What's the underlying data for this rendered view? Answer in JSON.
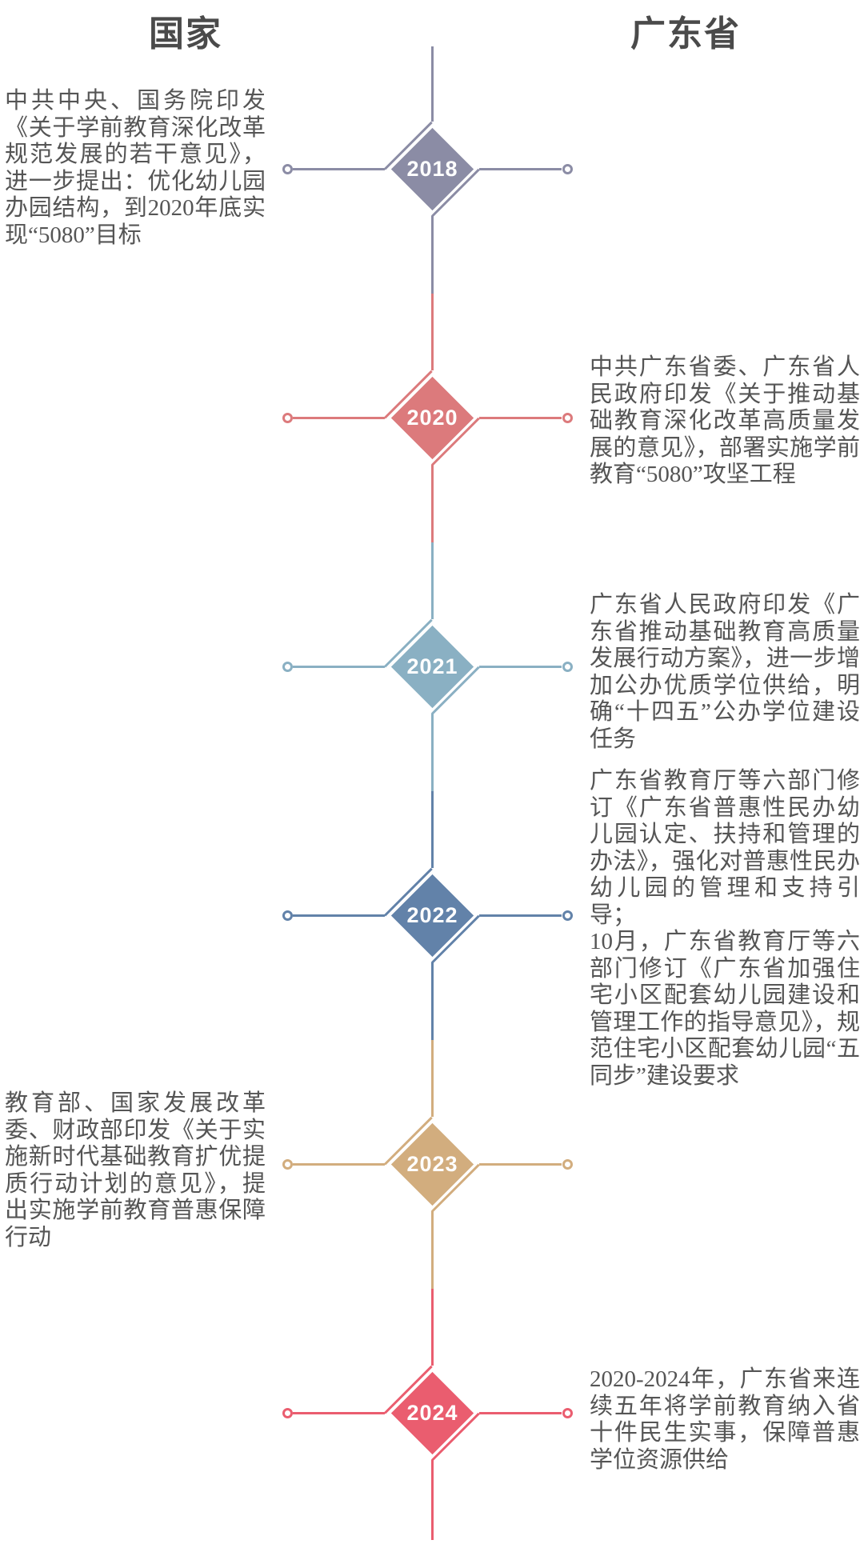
{
  "page": {
    "background": "#ffffff",
    "text_color": "#555555",
    "title_color": "#4a4a4a"
  },
  "header": {
    "left_title": "国家",
    "right_title": "广东省"
  },
  "timeline": {
    "milestones": [
      {
        "year": "2018",
        "side": "left",
        "color": "#8b8ca5",
        "text": "中共中央、国务院印发《关于学前教育深化改革规范发展的若干意见》，进一步提出：优化幼儿园办园结构，到2020年底实现“5080”目标"
      },
      {
        "year": "2020",
        "side": "right",
        "color": "#dc7a7c",
        "text": "中共广东省委、广东省人民政府印发《关于推动基础教育深化改革高质量发展的意见》，部署实施学前教育“5080”攻坚工程"
      },
      {
        "year": "2021",
        "side": "right",
        "color": "#8ab0c3",
        "text": "广东省人民政府印发《广东省推动基础教育高质量发展行动方案》，进一步增加公办优质学位供给，明确“十四五”公办学位建设任务"
      },
      {
        "year": "2022",
        "side": "right",
        "color": "#6282a9",
        "text": "广东省教育厅等六部门修订《广东省普惠性民办幼儿园认定、扶持和管理的办法》，强化对普惠性民办幼儿园的管理和支持引导；\n10月，广东省教育厅等六部门修订《广东省加强住宅小区配套幼儿园建设和管理工作的指导意见》，规范住宅小区配套幼儿园“五同步”建设要求"
      },
      {
        "year": "2023",
        "side": "left",
        "color": "#d2ad7e",
        "text": "教育部、国家发展改革委、财政部印发《关于实施新时代基础教育扩优提质行动计划的意见》，提出实施学前教育普惠保障行动"
      },
      {
        "year": "2024",
        "side": "right",
        "color": "#ea5d6f",
        "text": "2020-2024年，广东省来连续五年将学前教育纳入省十件民生实事，保障普惠学位资源供给"
      }
    ]
  }
}
